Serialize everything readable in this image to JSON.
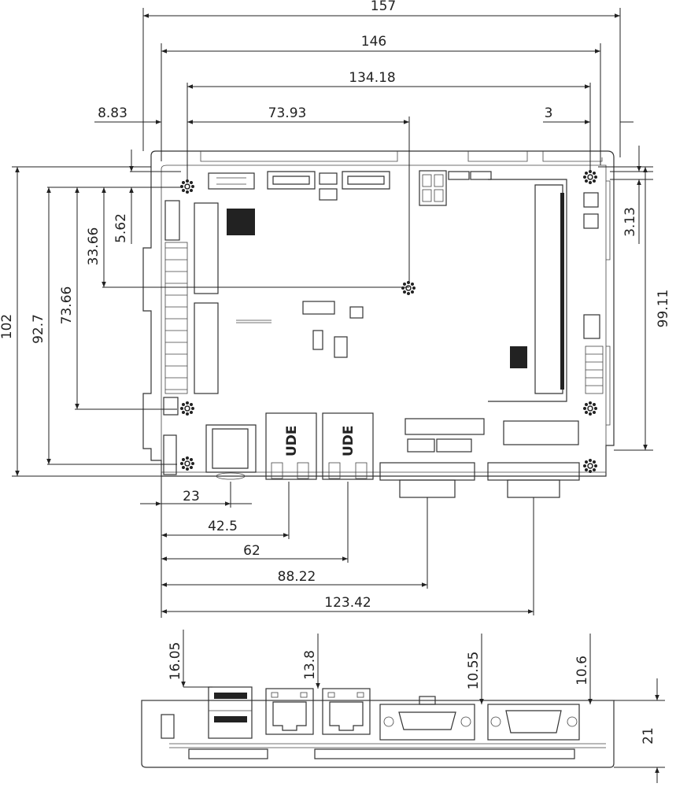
{
  "top_view": {
    "dimensions": {
      "overall_width": "157",
      "mount_span": "146",
      "hole_span": "134.18",
      "left_edge_to_hole": "8.83",
      "left_hole_to_center_hole": "73.93",
      "right_hole_offset": "3",
      "overall_height": "102",
      "height_92_7": "92.7",
      "height_73_66": "73.66",
      "height_33_66": "33.66",
      "height_5_62": "5.62",
      "height_99_11": "99.11",
      "right_top_offset": "3.13",
      "conn_23": "23",
      "conn_42_5": "42.5",
      "conn_62": "62",
      "conn_88_22": "88.22",
      "conn_123_42": "123.42"
    },
    "lan_jack_label": "UDE"
  },
  "side_view": {
    "dimensions": {
      "height_16_05": "16.05",
      "height_13_8": "13.8",
      "height_10_55": "10.55",
      "height_10_6": "10.6",
      "overall_height": "21"
    }
  }
}
